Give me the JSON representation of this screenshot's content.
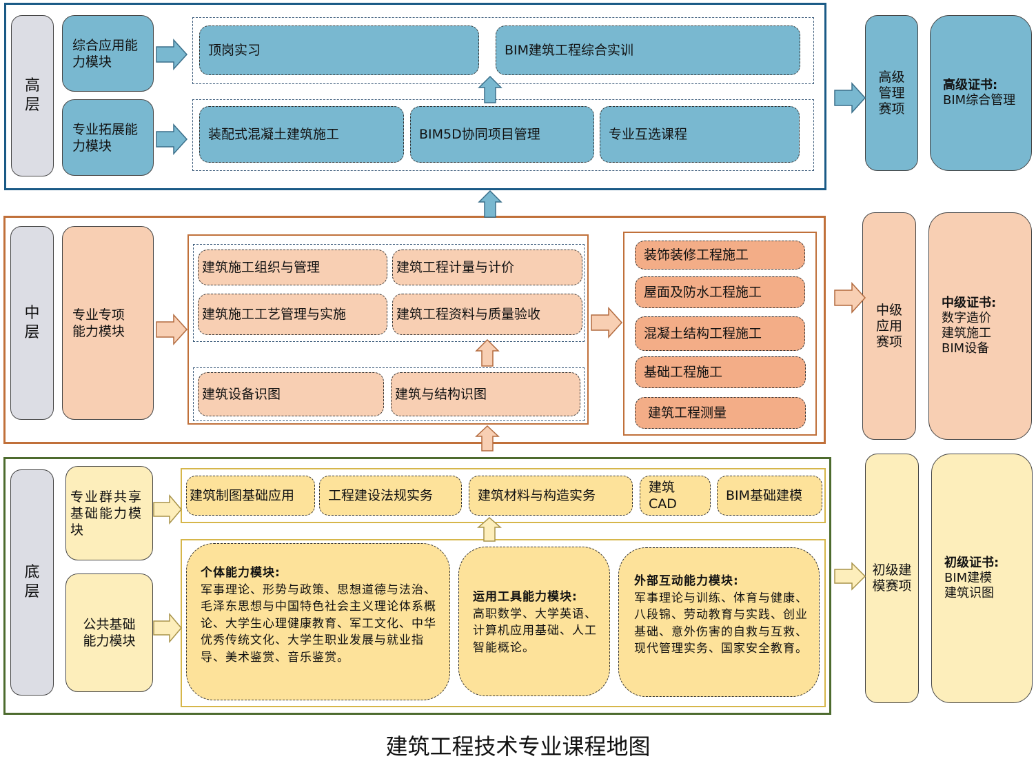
{
  "title": "建筑工程技术专业课程地图",
  "colors": {
    "high_frame": "#1a5a86",
    "high_fill": "#79b8d0",
    "mid_frame": "#c0703a",
    "mid_fill": "#f8cfb3",
    "mid_orange": "#f3ad87",
    "low_frame": "#4d6b2e",
    "low_fill": "#fde29a",
    "low_light": "#fdeebb"
  },
  "high": {
    "layer": "高\n层",
    "mod1": "综合应用能\n力模块",
    "mod2": "专业拓展能\n力模块",
    "row1": [
      "顶岗实习",
      "BIM建筑工程综合实训"
    ],
    "row2": [
      "装配式混凝土建筑施工",
      "BIM5D协同项目管理",
      "专业互选课程"
    ],
    "competition": "高级\n管理\n赛项",
    "cert_title": "高级证书:",
    "cert_lines": "BIM综合管理"
  },
  "mid": {
    "layer": "中\n层",
    "mod": "专业专项\n能力模块",
    "grid": [
      "建筑施工组织与管理",
      "建筑工程计量与计价",
      "建筑施工工艺管理与实施",
      "建筑工程资料与质量验收"
    ],
    "bottom": [
      "建筑设备识图",
      "建筑与结构识图"
    ],
    "right": [
      "装饰装修工程施工",
      "屋面及防水工程施工",
      "混凝土结构工程施工",
      "基础工程施工",
      "建筑工程测量"
    ],
    "competition": "中级\n应用\n赛项",
    "cert_title": "中级证书:",
    "cert_lines": "数字造价\n建筑施工\nBIM设备"
  },
  "low": {
    "layer": "底\n层",
    "mod1": "专业群共享\n基础能力模\n块",
    "mod2": "公共基础\n能力模块",
    "row": [
      "建筑制图基础应用",
      "工程建设法规实务",
      "建筑材料与构造实务",
      "建筑CAD",
      "BIM基础建模"
    ],
    "p1_title": "个体能力模块:",
    "p1_body": "军事理论、形势与政策、思想道德与法治、毛泽东思想与中国特色社会主义理论体系概论、大学生心理健康教育、军工文化、中华优秀传统文化、大学生职业发展与就业指导、美术鉴赏、音乐鉴赏。",
    "p2_title": "运用工具能力模块:",
    "p2_body": "高职数学、大学英语、计算机应用基础、人工智能概论。",
    "p3_title": "外部互动能力模块:",
    "p3_body": "军事理论与训练、体育与健康、八段锦、劳动教育与实践、创业基础、意外伤害的自救与互救、现代管理实务、国家安全教育。",
    "competition": "初级建\n模赛项",
    "cert_title": "初级证书:",
    "cert_lines": "BIM建模\n建筑识图"
  }
}
